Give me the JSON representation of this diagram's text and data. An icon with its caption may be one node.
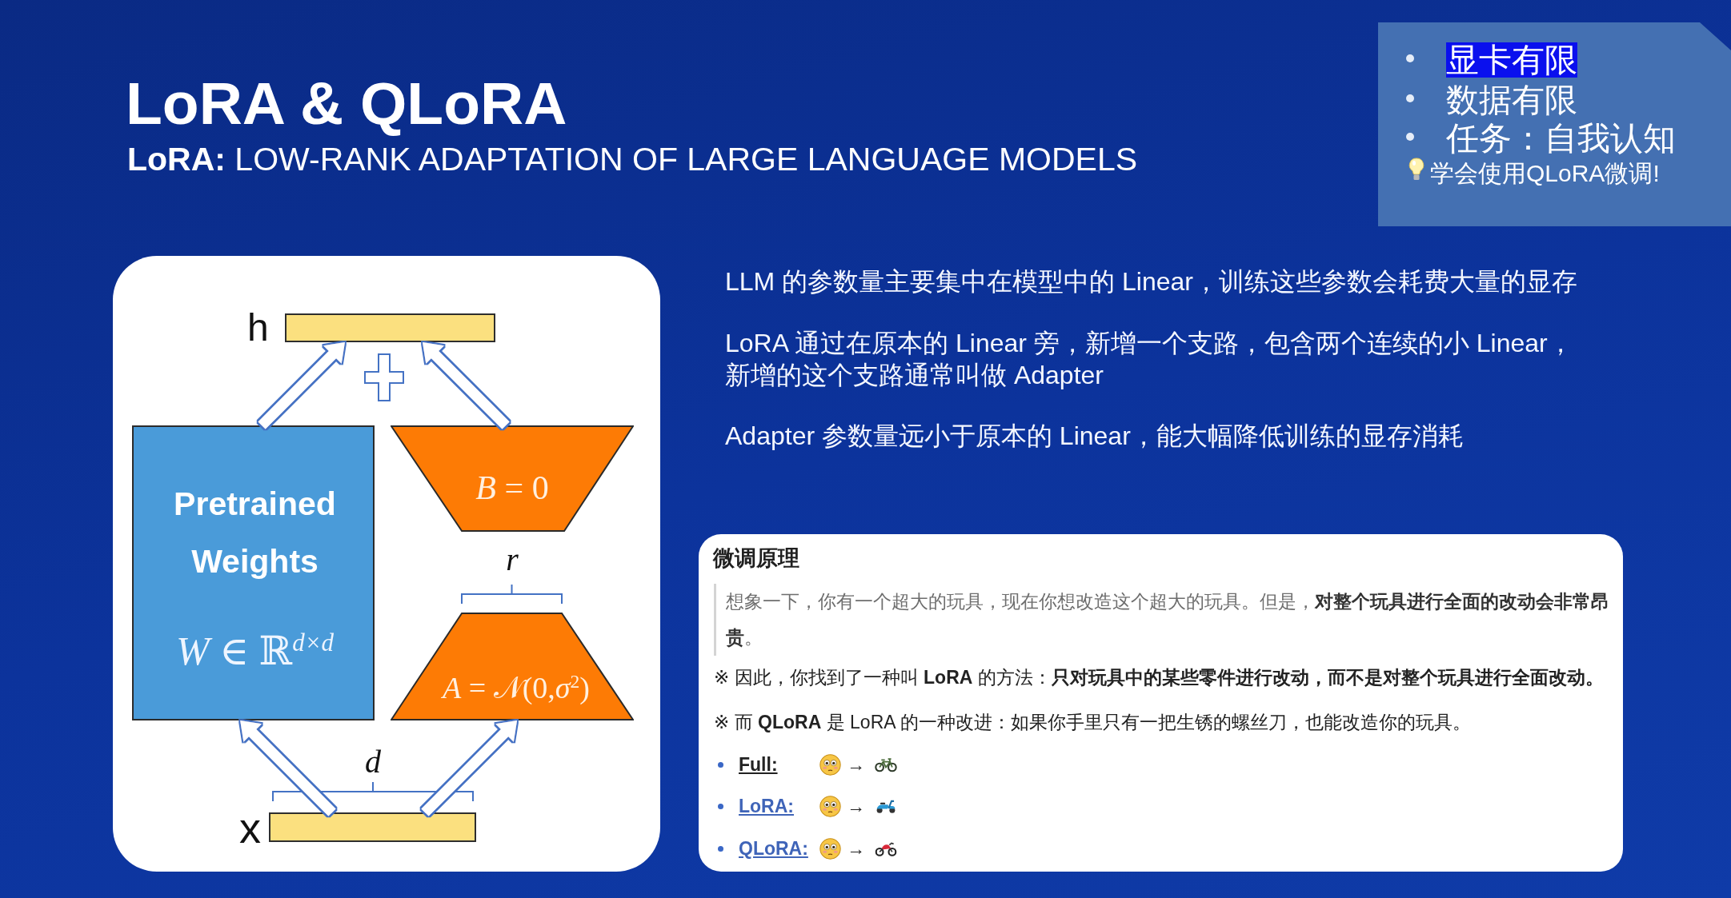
{
  "diagram": {
    "title": "LoRA & QLoRA",
    "nodes": [
      {
        "text": [
          "显卡有限",
          "数据有限",
          "任务：自我认知",
          "学会使用QLoRA微调!"
        ]
      },
      {
        "text": [],
        "shape": "box"
      },
      {
        "text": [],
        "shape": "bar",
        "beside": [
          "h"
        ],
        "in": 1
      },
      {
        "text": [
          "Pretrained Weights",
          "*W* ∈ ℝ$^{d×d}$"
        ],
        "in": 1
      },
      {
        "text": [
          "*B* = 0"
        ],
        "in": 1
      },
      {
        "text": [
          "*A* = 𝒩(0,*σ*$^{2}$)"
        ],
        "in": 1
      },
      {
        "text": [],
        "shape": "bar",
        "beside": [
          "x"
        ],
        "in": 1
      },
      {
        "text": [
          "微调原理",
          "想象一下，你有一个超大的玩具，现在你想改造这个超大的玩具。但是，**对整个玩具进行全面的改动会非常昂贵**。",
          "※ 因此，你找到了一种叫 **LoRA** 的方法：**只对玩具中的某些零件进行改动，而不是对整个玩具进行全面改动。**",
          "※ 而 **QLoRA** 是 LoRA 的一种改进：如果你手里只有一把生锈的螺丝刀，也能改造你的玩具。",
          "Full:",
          "→",
          "LoRA:",
          "→",
          "QLoRA:",
          "→"
        ]
      }
    ],
    "edges": [
      {
        "from": 6,
        "to": 3,
        "arrow": "to"
      },
      {
        "from": 6,
        "to": 5,
        "arrow": "to"
      },
      {
        "from": 3,
        "to": 2,
        "arrow": "to"
      },
      {
        "from": 4,
        "to": 2,
        "arrow": "to"
      }
    ],
    "labels": [
      "**LoRA:** LOW-RANK ADAPTATION OF LARGE LANGUAGE MODELS",
      "r",
      "d",
      "LLM 的参数量主要集中在模型中的 Linear，训练这些参数会耗费大量的显存",
      "LoRA 通过在原本的 Linear 旁，新增一个支路，包含两个连续的小 Linear，新增的这个支路通常叫做 Adapter",
      "Adapter 参数量远小于原本的 Linear，能大幅降低训练的显存消耗"
    ]
  }
}
